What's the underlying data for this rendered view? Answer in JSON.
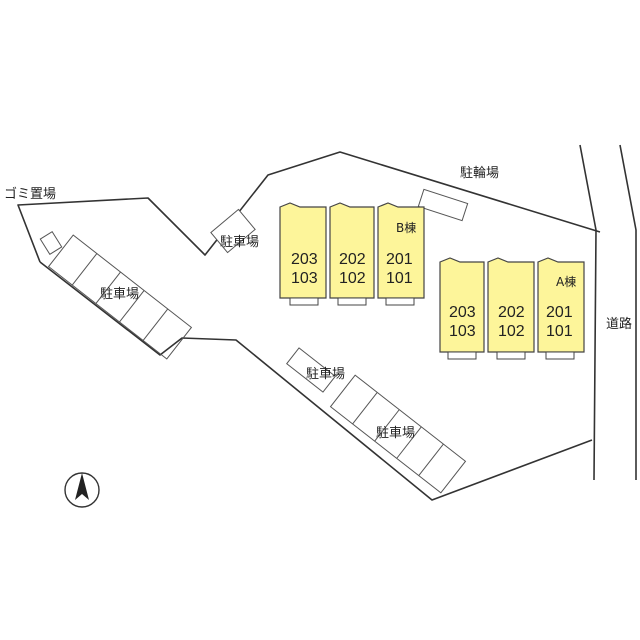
{
  "labels": {
    "garbage": "ゴミ置場",
    "parking_left": "駐車場",
    "parking_small": "駐車場",
    "parking_mid": "駐車場",
    "parking_lower": "駐車場",
    "bicycle": "駐輪場",
    "road": "道路"
  },
  "buildings": {
    "B": {
      "name": "B棟",
      "units": [
        {
          "upper": "203",
          "lower": "103"
        },
        {
          "upper": "202",
          "lower": "102"
        },
        {
          "upper": "201",
          "lower": "101"
        }
      ]
    },
    "A": {
      "name": "A棟",
      "units": [
        {
          "upper": "203",
          "lower": "103"
        },
        {
          "upper": "202",
          "lower": "102"
        },
        {
          "upper": "201",
          "lower": "101"
        }
      ]
    }
  },
  "colors": {
    "unit_fill": "#fdf59a",
    "line": "#333333"
  },
  "icons": {
    "north_arrow": "north-arrow-icon"
  }
}
